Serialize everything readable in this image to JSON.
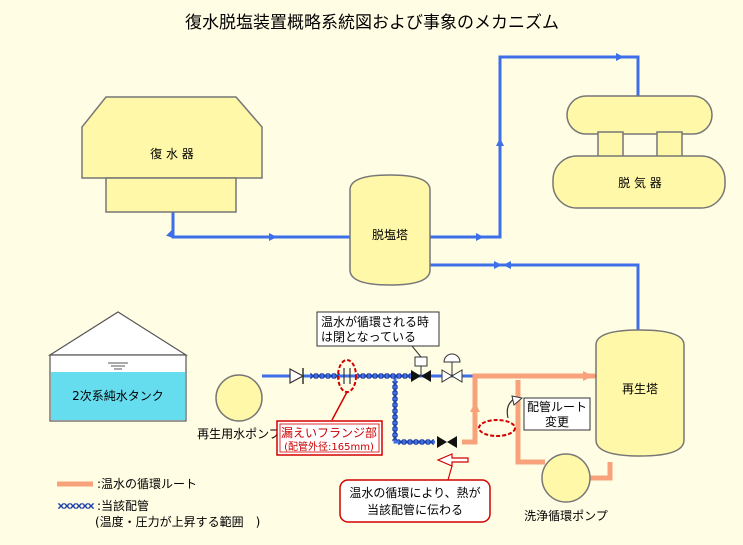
{
  "title": "復水脱塩装置概略系統図および事象のメカニズム",
  "equipment": {
    "condenser": "復 水 器",
    "demineralizer": "脱塩塔",
    "deaerator": "脱 気 器",
    "regenerator": "再生塔",
    "pure_water_tank": "2次系純水タンク",
    "regen_pump": "再生用水ポンプ",
    "wash_pump": "洗浄循環ポンプ"
  },
  "callouts": {
    "valve_note_line1": "温水が循環される時",
    "valve_note_line2": "は閉となっている",
    "leak_line1": "漏えいフランジ部",
    "leak_line2": "(配管外径:165mm)",
    "route_change_line1": "配管ルート",
    "route_change_line2": "変更",
    "heat_line1": "温水の循環により、熱が",
    "heat_line2": "当該配管に伝わる"
  },
  "legend": {
    "hot_water_route": ":温水の循環ルート",
    "affected_pipe": ":当該配管",
    "affected_pipe_note": "(温度・圧力が上昇する範囲　)"
  },
  "colors": {
    "background": "#fffde4",
    "equipment_fill": "#fff8a8",
    "main_pipe": "#3c6fe8",
    "hot_water_route": "#f7a27a",
    "affected_pipe_mark": "#1f3fa8",
    "tank_water": "#66ddee",
    "callout_red": "#d40000"
  }
}
